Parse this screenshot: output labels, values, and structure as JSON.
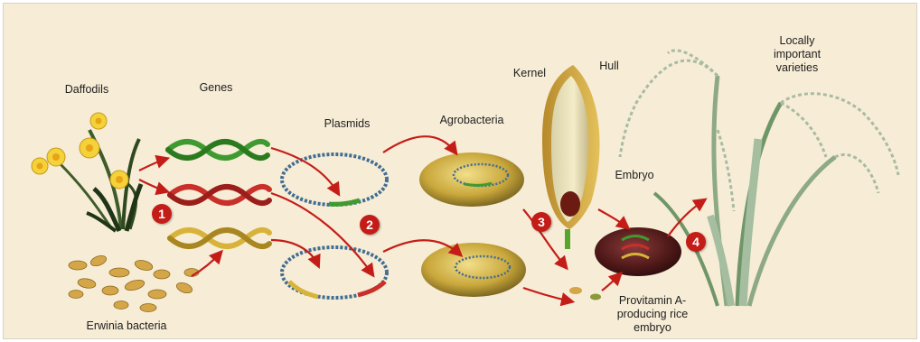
{
  "labels": {
    "daffodils": "Daffodils",
    "genes": "Genes",
    "plasmids": "Plasmids",
    "agrobacteria": "Agrobacteria",
    "kernel": "Kernel",
    "hull": "Hull",
    "embryo": "Embryo",
    "erwinia": "Erwinia bacteria",
    "provitamin_line1": "Provitamin A-",
    "provitamin_line2": "producing rice",
    "provitamin_line3": "embryo",
    "varieties_line1": "Locally",
    "varieties_line2": "important",
    "varieties_line3": "varieties"
  },
  "steps": [
    "1",
    "2",
    "3",
    "4"
  ],
  "colors": {
    "background": "#f7ecd6",
    "arrow": "#c41d18",
    "gene_green": "#3f9b2f",
    "gene_red": "#c9302a",
    "gene_yellow": "#d8b33a",
    "bacteria": "#d4a648",
    "plant": "#9fb79a"
  }
}
